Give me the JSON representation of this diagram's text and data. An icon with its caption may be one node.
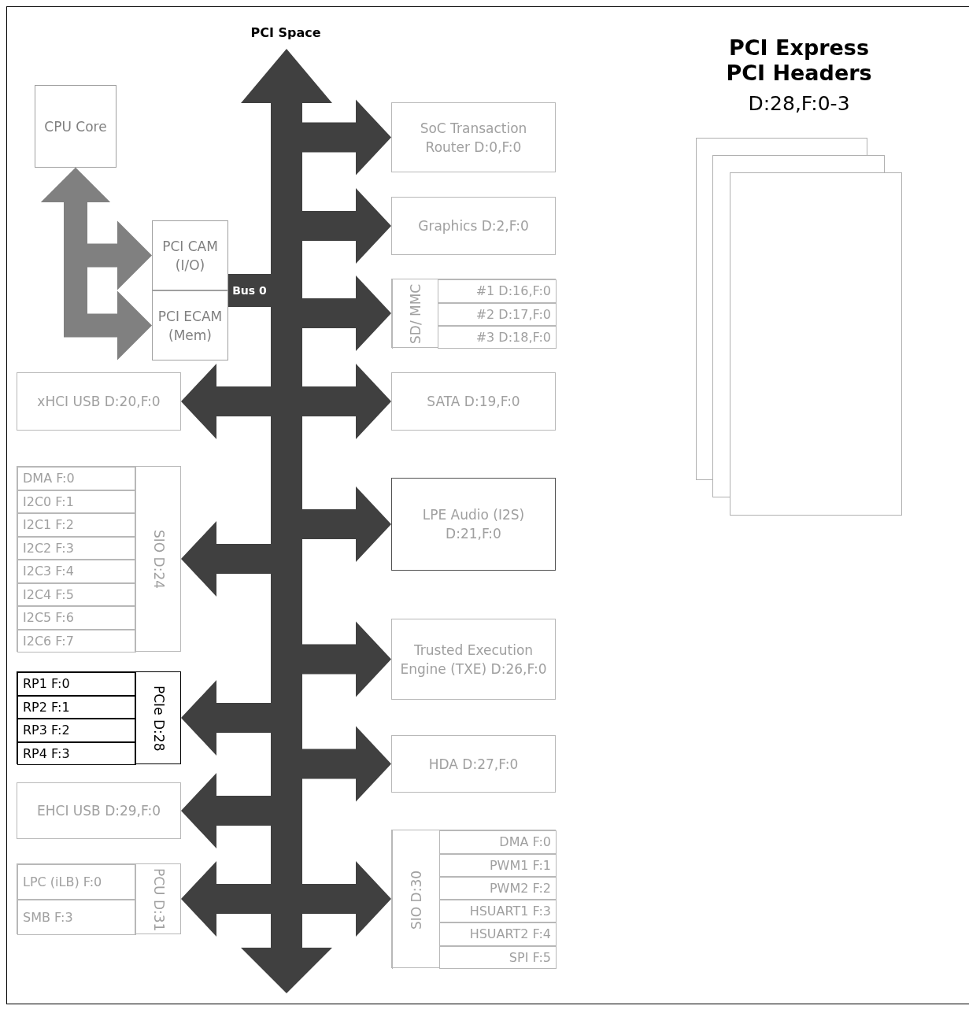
{
  "diagram": {
    "title": "PCI Space",
    "nodes": [
      {
        "text": [
          "CPU Core"
        ]
      },
      {
        "text": [
          "PCI CAM (I/O)"
        ]
      },
      {
        "text": [
          "PCI ECAM (Mem)"
        ]
      },
      {
        "text": [
          "Bus 0"
        ]
      },
      {
        "text": [],
        "shape": "bar"
      },
      {
        "text": [
          "SoC Transaction Router D:0,F:0"
        ]
      },
      {
        "text": [
          "Graphics D:2,F:0"
        ]
      },
      {
        "text": [
          "SD/ MMC"
        ]
      },
      {
        "text": [
          "#1 D:16,F:0"
        ],
        "in": 7
      },
      {
        "text": [
          "#2 D:17,F:0"
        ],
        "in": 7
      },
      {
        "text": [
          "#3 D:18,F:0"
        ],
        "in": 7
      },
      {
        "text": [
          "SATA D:19,F:0"
        ]
      },
      {
        "text": [
          "LPE Audio (I2S) D:21,F:0"
        ]
      },
      {
        "text": [
          "Trusted Execution Engine (TXE) D:26,F:0"
        ]
      },
      {
        "text": [
          "HDA D:27,F:0"
        ]
      },
      {
        "text": [
          "SIO D:30"
        ]
      },
      {
        "text": [
          "DMA F:0"
        ],
        "in": 15
      },
      {
        "text": [
          "PWM1 F:1"
        ],
        "in": 15
      },
      {
        "text": [
          "PWM2 F:2"
        ],
        "in": 15
      },
      {
        "text": [
          "HSUART1 F:3"
        ],
        "in": 15
      },
      {
        "text": [
          "HSUART2 F:4"
        ],
        "in": 15
      },
      {
        "text": [
          "SPI F:5"
        ],
        "in": 15
      },
      {
        "text": [
          "xHCI USB D:20,F:0"
        ]
      },
      {
        "text": [
          "SIO D:24"
        ]
      },
      {
        "text": [
          "DMA F:0"
        ],
        "in": 23
      },
      {
        "text": [
          "I2C0 F:1"
        ],
        "in": 23
      },
      {
        "text": [
          "I2C1 F:2"
        ],
        "in": 23
      },
      {
        "text": [
          "I2C2 F:3"
        ],
        "in": 23
      },
      {
        "text": [
          "I2C3 F:4"
        ],
        "in": 23
      },
      {
        "text": [
          "I2C4 F:5"
        ],
        "in": 23
      },
      {
        "text": [
          "I2C5 F:6"
        ],
        "in": 23
      },
      {
        "text": [
          "I2C6 F:7"
        ],
        "in": 23
      },
      {
        "text": [
          "PCIe D:28"
        ]
      },
      {
        "text": [
          "RP1 F:0"
        ],
        "in": 32
      },
      {
        "text": [
          "RP2 F:1"
        ],
        "in": 32
      },
      {
        "text": [
          "RP3 F:2"
        ],
        "in": 32
      },
      {
        "text": [
          "RP4 F:3"
        ],
        "in": 32
      },
      {
        "text": [
          "EHCI USB D:29,F:0"
        ]
      },
      {
        "text": [
          "PCU D:31"
        ]
      },
      {
        "text": [
          "LPC (iLB) F:0"
        ],
        "in": 38
      },
      {
        "text": [
          "SMB F:3"
        ],
        "in": 38
      },
      {
        "text": [],
        "shape": "box"
      },
      {
        "text": [],
        "shape": "box"
      },
      {
        "text": [],
        "shape": "box"
      }
    ],
    "edges": [
      {
        "from": 0,
        "to": 1,
        "arrow": "both",
        "color": "#808080"
      },
      {
        "from": 0,
        "to": 2,
        "arrow": "both",
        "color": "#808080"
      },
      {
        "from": 4,
        "to": null,
        "arrow": "to"
      },
      {
        "from": 4,
        "to": 5,
        "arrow": "to"
      },
      {
        "from": 4,
        "to": 6,
        "arrow": "to"
      },
      {
        "from": 4,
        "to": 7,
        "arrow": "to"
      },
      {
        "from": 4,
        "to": 11,
        "arrow": "to"
      },
      {
        "from": 4,
        "to": 12,
        "arrow": "to"
      },
      {
        "from": 4,
        "to": 13,
        "arrow": "to"
      },
      {
        "from": 4,
        "to": 14,
        "arrow": "to"
      },
      {
        "from": 4,
        "to": 15,
        "arrow": "to"
      },
      {
        "from": 4,
        "to": 22,
        "arrow": "to"
      },
      {
        "from": 4,
        "to": 23,
        "arrow": "to"
      },
      {
        "from": 4,
        "to": 32,
        "arrow": "to"
      },
      {
        "from": 4,
        "to": 37,
        "arrow": "to"
      },
      {
        "from": 4,
        "to": 38,
        "arrow": "to"
      },
      {
        "from": 4,
        "to": null,
        "arrow": "to"
      }
    ],
    "labels": [
      "PCI Express PCI Headers",
      "D:28,F:0-3"
    ]
  }
}
